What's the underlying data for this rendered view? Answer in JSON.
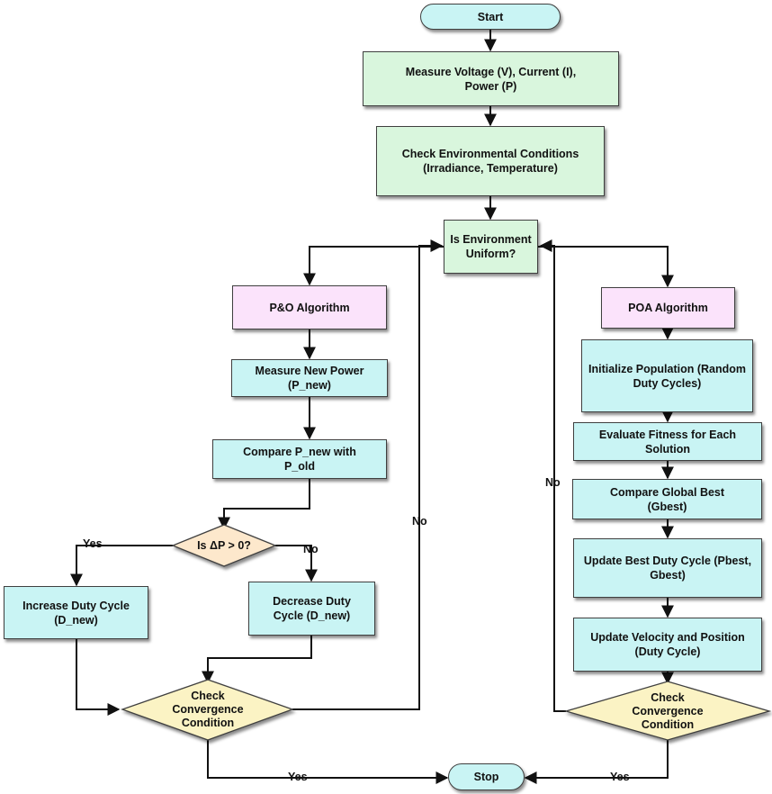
{
  "nodes": {
    "start": "Start",
    "measure_vip": "Measure Voltage (V), Current (I), Power (P)",
    "check_env": "Check Environmental Conditions (Irradiance, Temperature)",
    "is_uniform": "Is Environment Uniform?",
    "po_algorithm": "P&O Algorithm",
    "measure_new_power": "Measure New Power (P_new)",
    "compare_p": "Compare P_new with P_old",
    "is_dp": "Is ΔP > 0?",
    "increase_duty": "Increase Duty Cycle (D_new)",
    "decrease_duty": "Decrease Duty Cycle (D_new)",
    "check_conv_left": "Check Convergence Condition",
    "poa_algorithm": "POA Algorithm",
    "init_population": "Initialize Population (Random Duty Cycles)",
    "eval_fitness": "Evaluate Fitness for Each Solution",
    "compare_gbest": "Compare Global Best (Gbest)",
    "update_best": "Update Best Duty Cycle (Pbest, Gbest)",
    "update_velocity": "Update Velocity and Position (Duty Cycle)",
    "check_conv_right": "Check Convergence Condition",
    "stop": "Stop"
  },
  "edge_labels": {
    "yes_dp": "Yes",
    "no_dp": "No",
    "no_left_loop": "No",
    "no_right_loop": "No",
    "yes_left_stop": "Yes",
    "yes_right_stop": "Yes"
  },
  "colors": {
    "process_green": "#d9f6dd",
    "process_cyan": "#c9f4f4",
    "algorithm_pink": "#fbe3fb",
    "decision_yellow": "#fbf3c4",
    "decision_orange": "#fde8cc",
    "line": "#111111"
  }
}
